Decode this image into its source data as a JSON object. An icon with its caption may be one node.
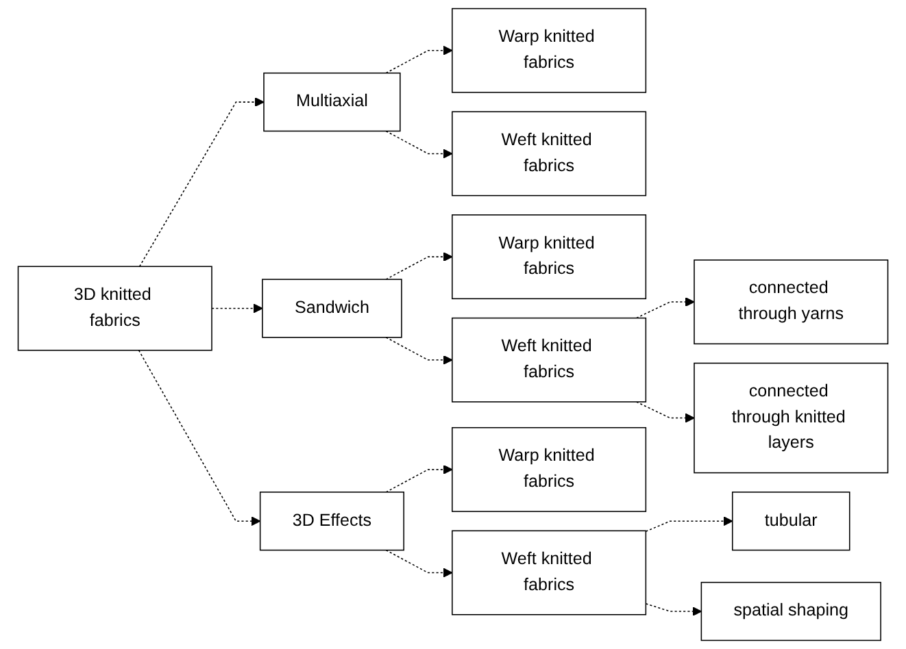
{
  "diagram": {
    "nodes": [
      {
        "text": [
          "3D knitted fabrics"
        ]
      },
      {
        "text": [
          "Multiaxial"
        ]
      },
      {
        "text": [
          "Warp knitted fabrics"
        ]
      },
      {
        "text": [
          "Weft knitted fabrics"
        ]
      },
      {
        "text": [
          "Sandwich"
        ]
      },
      {
        "text": [
          "Warp knitted fabrics"
        ]
      },
      {
        "text": [
          "Weft knitted fabrics"
        ]
      },
      {
        "text": [
          "connected through yarns"
        ]
      },
      {
        "text": [
          "connected through knitted layers"
        ]
      },
      {
        "text": [
          "3D Effects"
        ]
      },
      {
        "text": [
          "Warp knitted fabrics"
        ]
      },
      {
        "text": [
          "Weft knitted fabrics"
        ]
      },
      {
        "text": [
          "tubular"
        ]
      },
      {
        "text": [
          "spatial shaping"
        ]
      }
    ],
    "edges": [
      {
        "from": 0,
        "to": 1,
        "arrow": "to",
        "style": "dashed"
      },
      {
        "from": 0,
        "to": 4,
        "arrow": "to",
        "style": "dashed"
      },
      {
        "from": 0,
        "to": 9,
        "arrow": "to",
        "style": "dashed"
      },
      {
        "from": 1,
        "to": 2,
        "arrow": "to",
        "style": "dashed"
      },
      {
        "from": 1,
        "to": 3,
        "arrow": "to",
        "style": "dashed"
      },
      {
        "from": 4,
        "to": 5,
        "arrow": "to",
        "style": "dashed"
      },
      {
        "from": 4,
        "to": 6,
        "arrow": "to",
        "style": "dashed"
      },
      {
        "from": 6,
        "to": 7,
        "arrow": "to",
        "style": "dashed"
      },
      {
        "from": 6,
        "to": 8,
        "arrow": "to",
        "style": "dashed"
      },
      {
        "from": 9,
        "to": 10,
        "arrow": "to",
        "style": "dashed"
      },
      {
        "from": 9,
        "to": 11,
        "arrow": "to",
        "style": "dashed"
      },
      {
        "from": 11,
        "to": 12,
        "arrow": "to",
        "style": "dashed"
      },
      {
        "from": 11,
        "to": 13,
        "arrow": "to",
        "style": "dashed"
      }
    ]
  }
}
